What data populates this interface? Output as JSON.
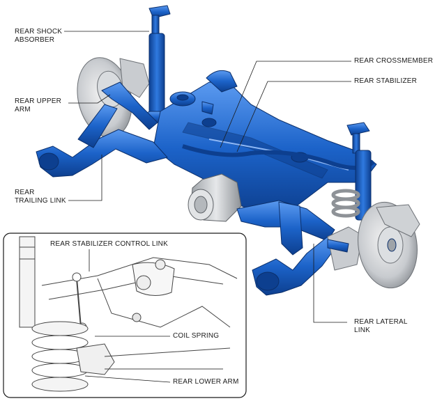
{
  "labels": {
    "rear_shock_absorber": [
      "REAR SHOCK",
      "ABSORBER"
    ],
    "rear_crossmember": "REAR CROSSMEMBER",
    "rear_stabilizer": "REAR STABILIZER",
    "rear_upper_arm": [
      "REAR UPPER",
      "ARM"
    ],
    "rear_trailing_link": [
      "REAR",
      "TRAILING LINK"
    ],
    "rear_lateral_link": [
      "REAR LATERAL",
      "LINK"
    ],
    "rear_stabilizer_control_link": "REAR STABILIZER CONTROL LINK",
    "coil_spring": "COIL SPRING",
    "rear_lower_arm": "REAR LOWER ARM"
  },
  "colors": {
    "part_blue": "#1c63c9",
    "part_blue_dark": "#0d3f8f",
    "part_blue_light": "#5b9af0",
    "metal_grey": "#bfc3c8",
    "line": "#1a1a1a"
  }
}
